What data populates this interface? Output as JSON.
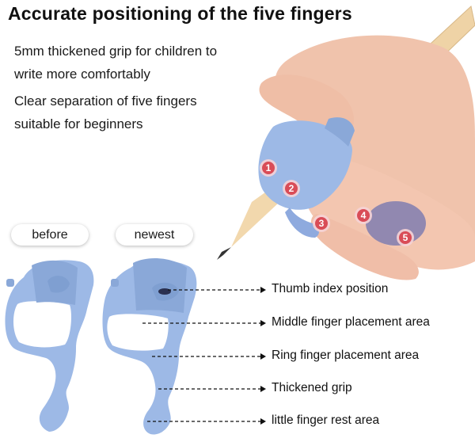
{
  "title": "Accurate positioning of the five fingers",
  "features": [
    {
      "line1": "5mm thickened grip for children to",
      "line2": "write more comfortably"
    },
    {
      "line1": "Clear separation of five fingers",
      "line2": "suitable for beginners"
    }
  ],
  "labels": {
    "before": "before",
    "newest": "newest"
  },
  "annotations": [
    "Thumb index position",
    "Middle finger placement area",
    "Ring finger placement area",
    "Thickened grip",
    "little finger rest area"
  ],
  "finger_markers": [
    "1",
    "2",
    "3",
    "4",
    "5"
  ],
  "colors": {
    "grip_blue": "#9db9e6",
    "grip_shadow": "#7f9fd1",
    "marker_red": "#d94c57",
    "skin": "#f0c3ac",
    "pencil_wood": "#efd3a6"
  }
}
